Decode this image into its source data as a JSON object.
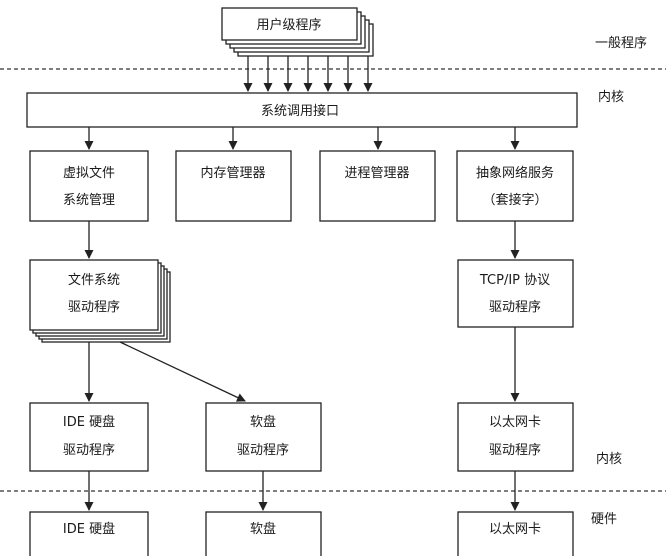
{
  "layers": {
    "user_space": "一般程序",
    "kernel_top": "内核",
    "kernel_bottom": "内核",
    "hardware": "硬件"
  },
  "nodes": {
    "user_programs": "用户级程序",
    "syscall_interface": "系统调用接口",
    "vfs": [
      "虚拟文件",
      "系统管理"
    ],
    "memory_manager": "内存管理器",
    "process_manager": "进程管理器",
    "abstract_network": [
      "抽象网络服务",
      "（套接字）"
    ],
    "fs_drivers": [
      "文件系统",
      "驱动程序"
    ],
    "tcpip": [
      "TCP/IP 协议",
      "驱动程序"
    ],
    "ide_driver": [
      "IDE 硬盘",
      "驱动程序"
    ],
    "floppy_driver": [
      "软盘",
      "驱动程序"
    ],
    "ethernet_driver": [
      "以太网卡",
      "驱动程序"
    ],
    "ide_disk": "IDE 硬盘",
    "floppy": "软盘",
    "ethernet_card": "以太网卡"
  }
}
